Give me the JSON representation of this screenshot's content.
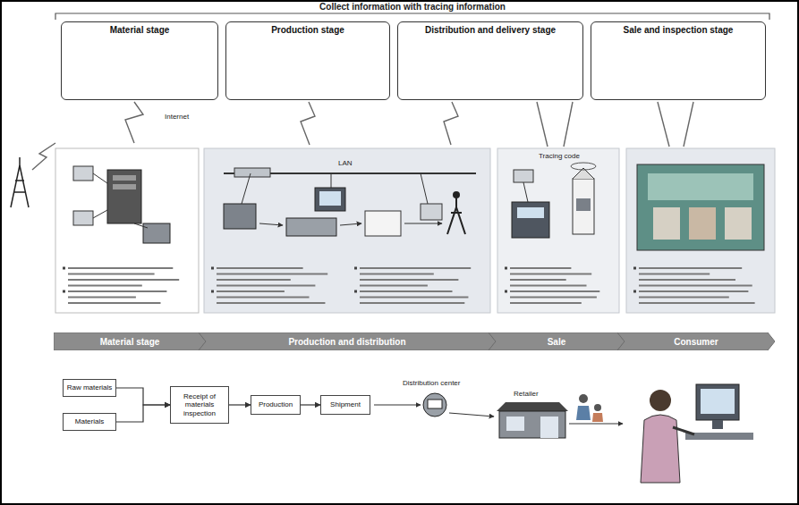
{
  "diagram": {
    "title": "Collect information with tracing information",
    "nodes": [
      {
        "text": [
          "Material stage"
        ]
      },
      {
        "text": [
          "Production stage"
        ]
      },
      {
        "text": [
          "Distribution and delivery stage"
        ]
      },
      {
        "text": [
          "Sale and inspection stage"
        ]
      },
      {
        "text": [
          "Material stage"
        ]
      },
      {
        "text": [
          "Production and distribution"
        ]
      },
      {
        "text": [
          "Sale"
        ]
      },
      {
        "text": [
          "Consumer"
        ]
      },
      {
        "text": [
          "Raw materials"
        ]
      },
      {
        "text": [
          "Materials"
        ]
      },
      {
        "text": [
          "Receipt of materials inspection"
        ]
      },
      {
        "text": [
          "Production"
        ]
      },
      {
        "text": [
          "Shipment"
        ]
      }
    ],
    "edges": [
      {
        "from": 8,
        "to": 10,
        "arrow": "to"
      },
      {
        "from": 9,
        "to": 10,
        "arrow": "to"
      },
      {
        "from": 10,
        "to": 11,
        "arrow": "to"
      },
      {
        "from": 11,
        "to": 12,
        "arrow": "to"
      }
    ],
    "labels": [
      "Internet",
      "LAN",
      "Tracing code",
      "Distribution center",
      "Retailer"
    ]
  }
}
